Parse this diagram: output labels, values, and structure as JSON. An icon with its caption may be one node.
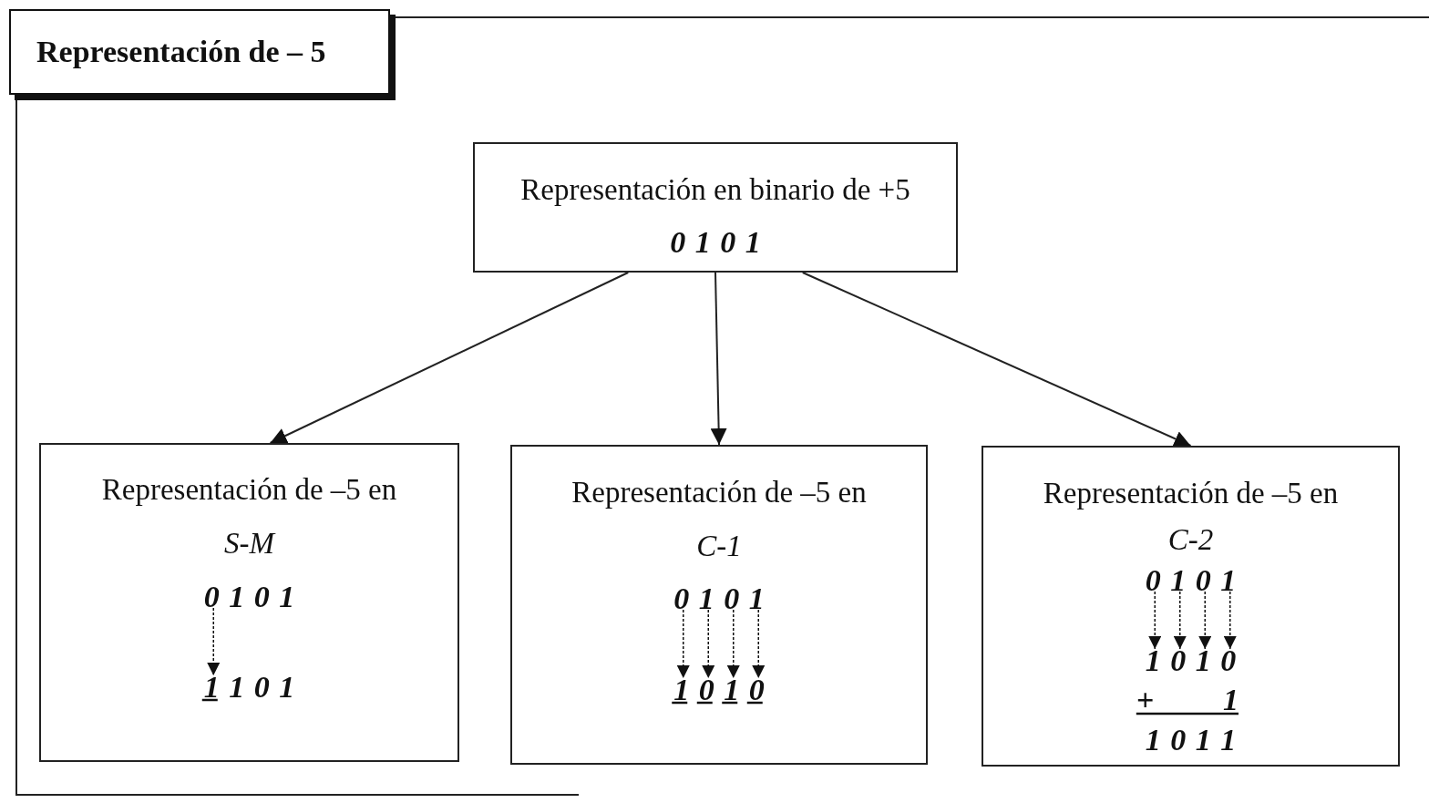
{
  "diagram": {
    "title": "Representación de – 5",
    "nodes": [
      {
        "text": [
          "Representación en binario de +5",
          "0 1 0 1"
        ]
      },
      {
        "text": [
          "Representación de –5 en *S-M*",
          "0 1 0 1",
          "1 1 0 1"
        ]
      },
      {
        "text": [
          "Representación de –5 en *C-1*",
          "0 1 0 1",
          "1 0 1 0"
        ]
      },
      {
        "text": [
          "Representación de –5 en *C-2*",
          "0 1 0 1",
          "1 0 1 0",
          "+",
          "1",
          "1 0 1 1"
        ]
      }
    ],
    "edges": [
      {
        "from": 0,
        "to": 1,
        "arrow": "to"
      },
      {
        "from": 0,
        "to": 2,
        "arrow": "to"
      },
      {
        "from": 0,
        "to": 3,
        "arrow": "to"
      }
    ]
  }
}
